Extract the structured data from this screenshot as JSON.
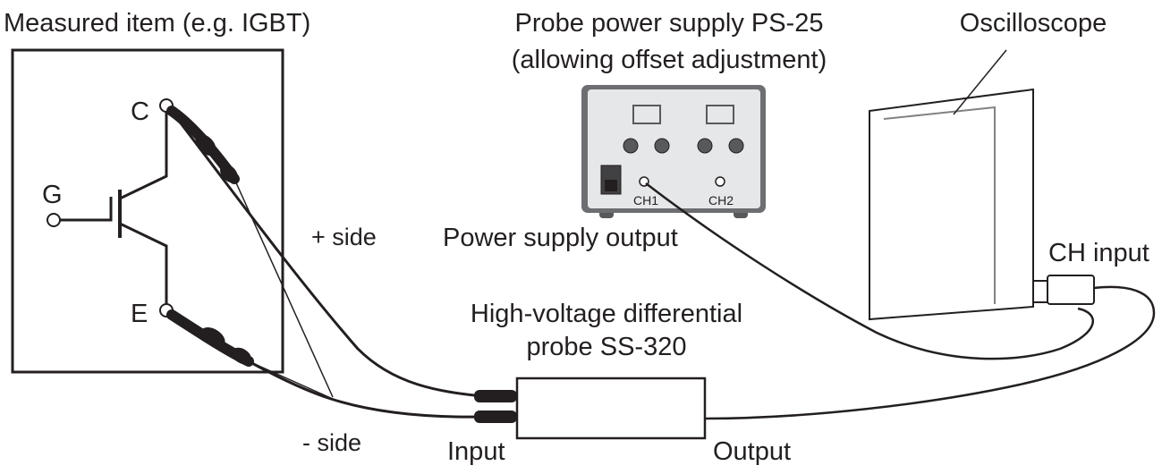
{
  "labels": {
    "measured_item": "Measured item (e.g. IGBT)",
    "terminal_c": "C",
    "terminal_g": "G",
    "terminal_e": "E",
    "plus_side": "+ side",
    "minus_side": "- side",
    "power_supply_title_1": "Probe power supply PS-25",
    "power_supply_title_2": "(allowing offset adjustment)",
    "ch1": "CH1",
    "ch2": "CH2",
    "power_supply_output": "Power supply output",
    "oscilloscope": "Oscilloscope",
    "ch_input": "CH input",
    "probe_title_1": "High-voltage differential",
    "probe_title_2": "probe SS-320",
    "input": "Input",
    "output": "Output"
  },
  "colors": {
    "line": "#231f20",
    "panel_fill": "#e6e7e8",
    "panel_border": "#6d6e71",
    "knob": "#58595b",
    "switch": "#414042",
    "scope_line": "#808285"
  }
}
